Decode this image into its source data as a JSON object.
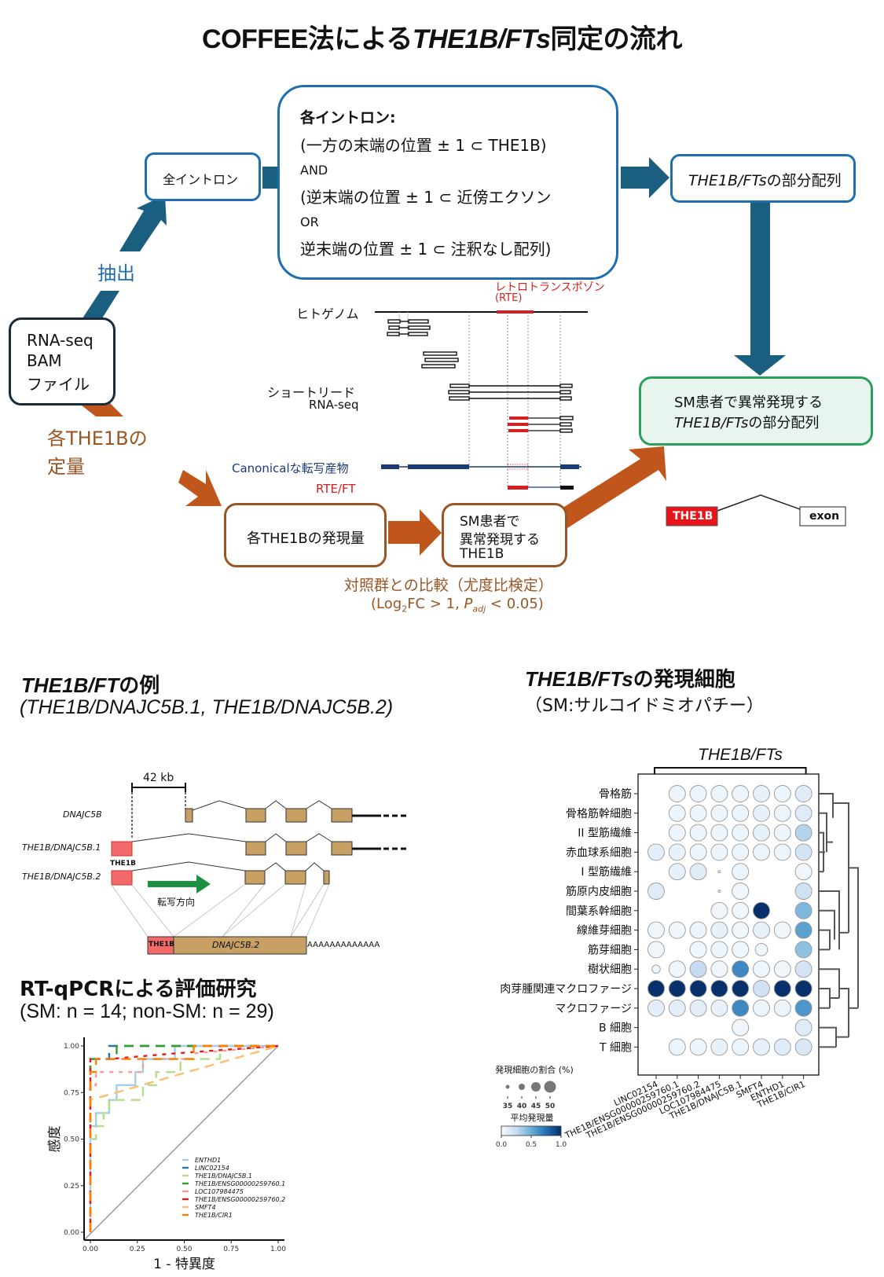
{
  "title": {
    "prefix": "COFFEE法による",
    "italic": "THE1B/FTs",
    "suffix": "同定の流れ"
  },
  "flow": {
    "all_introns": "全イントロン",
    "bam_file": [
      "RNA-seq",
      "BAM",
      "ファイル"
    ],
    "extract_label": "抽出",
    "quant_label": [
      "各THE1Bの",
      "定量"
    ],
    "criteria": {
      "heading": "各イントロン:",
      "line1": "(一方の末端の位置 ± 1 ⊂ THE1B)",
      "and": "AND",
      "line2": "(逆末端の位置 ± 1 ⊂ 近傍エクソン",
      "or": "OR",
      "line3": "逆末端の位置 ± 1 ⊂ 注釈なし配列)"
    },
    "partial_seq": {
      "italic": "THE1B/FTs",
      "suffix": "の部分配列"
    },
    "result_box": {
      "line1": "SM患者で異常発現する",
      "italic": "THE1B/FTs",
      "suffix": "の部分配列"
    },
    "expression_box": "各THE1Bの発現量",
    "sm_box": [
      "SM患者で",
      "異常発現する",
      "THE1B"
    ],
    "comparison": "対照群との比較（尤度比検定）",
    "criteria_stat": {
      "pre": "(Log",
      "sub": "2",
      "mid": "FC > 1, ",
      "p": "P",
      "psub": "adj",
      "post": " < 0.05)"
    },
    "legend_the1b": "THE1B",
    "legend_exon": "exon"
  },
  "genome_diagram": {
    "rte_label": "レトロトランスポゾン",
    "rte_abbr": "(RTE)",
    "human_genome": "ヒトゲノム",
    "short_read": "ショートリード",
    "rna_seq": "RNA-seq",
    "canonical": "Canonicalな転写産物",
    "rte_ft": "RTE/FT"
  },
  "example": {
    "heading_italic": "THE1B/FT",
    "heading_suffix": "の例",
    "subtitle": "(THE1B/DNAJC5B.1, THE1B/DNAJC5B.2)",
    "distance": "42 kb",
    "rows": [
      "DNAJC5B",
      "THE1B/DNAJC5B.1",
      "THE1B/DNAJC5B.2"
    ],
    "the1b_label": "THE1B",
    "direction": "転写方向",
    "mrna_the1b": "THE1B",
    "mrna_gene": "DNAJC5B.2",
    "polya": "AAAAAAAAAAAAA"
  },
  "rtqpcr": {
    "heading": "RT-qPCRによる評価研究",
    "subtitle": "(SM: n = 14; non-SM: n = 29)"
  },
  "chart_data": [
    {
      "type": "line",
      "title": "ROC",
      "xlabel": "1 - 特異度",
      "ylabel": "感度",
      "xlim": [
        0,
        1
      ],
      "ylim": [
        0,
        1
      ],
      "xticks": [
        "0.00",
        "0.25",
        "0.50",
        "0.75",
        "1.00"
      ],
      "yticks": [
        "0.00",
        "0.25",
        "0.50",
        "0.75",
        "1.00"
      ],
      "legend_position": "bottom-right",
      "series": [
        {
          "name": "ENTHD1",
          "color": "#a6cee3",
          "dash": "solid",
          "points": [
            [
              0,
              0
            ],
            [
              0,
              0.57
            ],
            [
              0.03,
              0.57
            ],
            [
              0.03,
              0.64
            ],
            [
              0.1,
              0.64
            ],
            [
              0.1,
              0.71
            ],
            [
              0.14,
              0.71
            ],
            [
              0.14,
              0.79
            ],
            [
              0.24,
              0.79
            ],
            [
              0.24,
              0.86
            ],
            [
              0.28,
              0.86
            ],
            [
              0.28,
              0.93
            ],
            [
              0.45,
              0.93
            ],
            [
              0.45,
              1.0
            ],
            [
              1,
              1
            ]
          ]
        },
        {
          "name": "LINC02154",
          "color": "#1f78b4",
          "dash": "long",
          "points": [
            [
              0,
              0
            ],
            [
              0,
              0.93
            ],
            [
              0.1,
              0.93
            ],
            [
              0.1,
              1.0
            ],
            [
              1,
              1
            ]
          ]
        },
        {
          "name": "THE1B/DNAJC5B.1",
          "color": "#b2df8a",
          "dash": "long",
          "points": [
            [
              0,
              0
            ],
            [
              0,
              0.5
            ],
            [
              0.03,
              0.5
            ],
            [
              0.03,
              0.57
            ],
            [
              0.07,
              0.57
            ],
            [
              0.07,
              0.64
            ],
            [
              0.1,
              0.64
            ],
            [
              0.1,
              0.71
            ],
            [
              0.28,
              0.71
            ],
            [
              0.28,
              0.79
            ],
            [
              0.35,
              0.79
            ],
            [
              0.35,
              0.86
            ],
            [
              0.48,
              0.86
            ],
            [
              0.48,
              0.93
            ],
            [
              0.69,
              0.93
            ],
            [
              0.69,
              1.0
            ],
            [
              1,
              1
            ]
          ]
        },
        {
          "name": "THE1B/ENSG00000259760.1",
          "color": "#33a02c",
          "dash": "long",
          "points": [
            [
              0,
              0
            ],
            [
              0,
              0.93
            ],
            [
              0.14,
              0.93
            ],
            [
              0.14,
              1.0
            ],
            [
              1,
              1
            ]
          ]
        },
        {
          "name": "LOC107984475",
          "color": "#fb9a99",
          "dash": "short",
          "points": [
            [
              0,
              0
            ],
            [
              0,
              0.79
            ],
            [
              0.03,
              0.79
            ],
            [
              0.03,
              0.86
            ],
            [
              0.28,
              0.86
            ],
            [
              0.28,
              0.93
            ],
            [
              0.55,
              0.93
            ],
            [
              0.55,
              0.96
            ],
            [
              1,
              1
            ]
          ]
        },
        {
          "name": "THE1B/ENSG00000259760.2",
          "color": "#e31a1c",
          "dash": "short",
          "points": [
            [
              0,
              0
            ],
            [
              0,
              0.93
            ],
            [
              0.1,
              0.93
            ],
            [
              0.45,
              0.96
            ],
            [
              1,
              1
            ]
          ]
        },
        {
          "name": "SMFT4",
          "color": "#fdbf6f",
          "dash": "long",
          "points": [
            [
              0,
              0
            ],
            [
              0,
              0.71
            ],
            [
              1,
              1
            ]
          ]
        },
        {
          "name": "THE1B/CIR1",
          "color": "#ff7f00",
          "dash": "long",
          "points": [
            [
              0,
              0
            ],
            [
              0,
              0.86
            ],
            [
              0.03,
              0.86
            ],
            [
              0.03,
              0.93
            ],
            [
              0.55,
              0.93
            ],
            [
              0.55,
              1.0
            ],
            [
              1,
              1
            ]
          ]
        }
      ]
    },
    {
      "type": "scatter",
      "subtype": "dotplot",
      "title": "THE1B/FTs",
      "columns": [
        "LINC02154",
        "THE1B/ENSG00000259760.1",
        "THE1B/ENSG00000259760.2",
        "LOC107984475",
        "THE1B/DNAJC5B.1",
        "SMFT4",
        "ENTHD1",
        "THE1B/CIR1"
      ],
      "rows": [
        "骨格筋",
        "骨格筋幹細胞",
        "II 型筋繊維",
        "赤血球系細胞",
        "I 型筋繊維",
        "筋原内皮細胞",
        "間葉系幹細胞",
        "線維芽細胞",
        "筋芽細胞",
        "樹状細胞",
        "肉芽腫関連マクロファージ",
        "マクロファージ",
        "B 細胞",
        "T 細胞"
      ],
      "size_legend_title": "発現細胞の割合 (%)",
      "size_legend_values": [
        35,
        40,
        45,
        50
      ],
      "color_legend_title": "平均発現量",
      "color_legend_ticks": [
        "0.0",
        "0.5",
        "1.0"
      ],
      "color_range": [
        0,
        1
      ],
      "mean_expression": [
        [
          null,
          0.05,
          0.05,
          0.05,
          0.05,
          0.08,
          0.05,
          0.12
        ],
        [
          null,
          0.05,
          0.05,
          0.05,
          0.05,
          0.08,
          0.05,
          0.12
        ],
        [
          null,
          0.05,
          0.05,
          0.05,
          0.05,
          0.08,
          0.05,
          0.3
        ],
        [
          0.1,
          0.08,
          0.05,
          0.05,
          0.05,
          0.05,
          0.05,
          0.18
        ],
        [
          null,
          0.08,
          0.12,
          0.0,
          0.05,
          null,
          null,
          0.04
        ],
        [
          0.12,
          null,
          null,
          0.0,
          0.04,
          null,
          null,
          0.2
        ],
        [
          null,
          null,
          null,
          0.04,
          0.04,
          1.0,
          null,
          0.45
        ],
        [
          0.04,
          0.04,
          0.05,
          0.08,
          0.04,
          0.08,
          0.04,
          0.55
        ],
        [
          0.04,
          null,
          0.04,
          0.05,
          0.04,
          0.04,
          null,
          0.4
        ],
        [
          0.04,
          0.04,
          0.25,
          0.04,
          0.65,
          0.04,
          0.04,
          0.18
        ],
        [
          1.0,
          1.0,
          1.0,
          1.0,
          1.0,
          0.2,
          1.0,
          1.0
        ],
        [
          0.1,
          0.1,
          0.1,
          0.08,
          0.65,
          0.05,
          0.05,
          0.6
        ],
        [
          null,
          null,
          null,
          null,
          0.04,
          null,
          null,
          0.12
        ],
        [
          null,
          0.05,
          0.05,
          0.08,
          0.05,
          0.08,
          0.12,
          0.15
        ]
      ],
      "pct_expressing": [
        [
          null,
          50,
          50,
          50,
          50,
          50,
          50,
          50
        ],
        [
          null,
          50,
          50,
          50,
          50,
          50,
          50,
          50
        ],
        [
          null,
          50,
          50,
          50,
          50,
          50,
          50,
          50
        ],
        [
          50,
          50,
          50,
          50,
          50,
          50,
          50,
          50
        ],
        [
          null,
          50,
          50,
          33,
          50,
          null,
          null,
          50
        ],
        [
          50,
          null,
          null,
          33,
          50,
          null,
          null,
          50
        ],
        [
          null,
          null,
          null,
          50,
          50,
          50,
          null,
          50
        ],
        [
          50,
          50,
          50,
          50,
          50,
          50,
          50,
          50
        ],
        [
          50,
          null,
          50,
          50,
          50,
          45,
          null,
          50
        ],
        [
          40,
          50,
          50,
          50,
          50,
          50,
          50,
          50
        ],
        [
          50,
          50,
          50,
          50,
          50,
          50,
          50,
          50
        ],
        [
          50,
          50,
          50,
          50,
          50,
          50,
          50,
          50
        ],
        [
          null,
          null,
          null,
          null,
          50,
          null,
          null,
          50
        ],
        [
          null,
          50,
          50,
          50,
          50,
          50,
          50,
          50
        ]
      ]
    }
  ],
  "cells_section": {
    "heading_italic": "THE1B/FTs",
    "heading_suffix": "の発現細胞",
    "subtitle": "（SM:サルコイドミオパチー）"
  },
  "colors": {
    "flow_blue": "#1a5f80",
    "box_blue": "#1f6fb0",
    "brown": "#c0561b",
    "brown_text": "#9a5523",
    "green_box": "#2aa05a",
    "rte_red": "#d42020",
    "canonical_navy": "#1a3a7a",
    "exon_tan": "#c8a064",
    "the1b_pink": "#f46a6a"
  }
}
